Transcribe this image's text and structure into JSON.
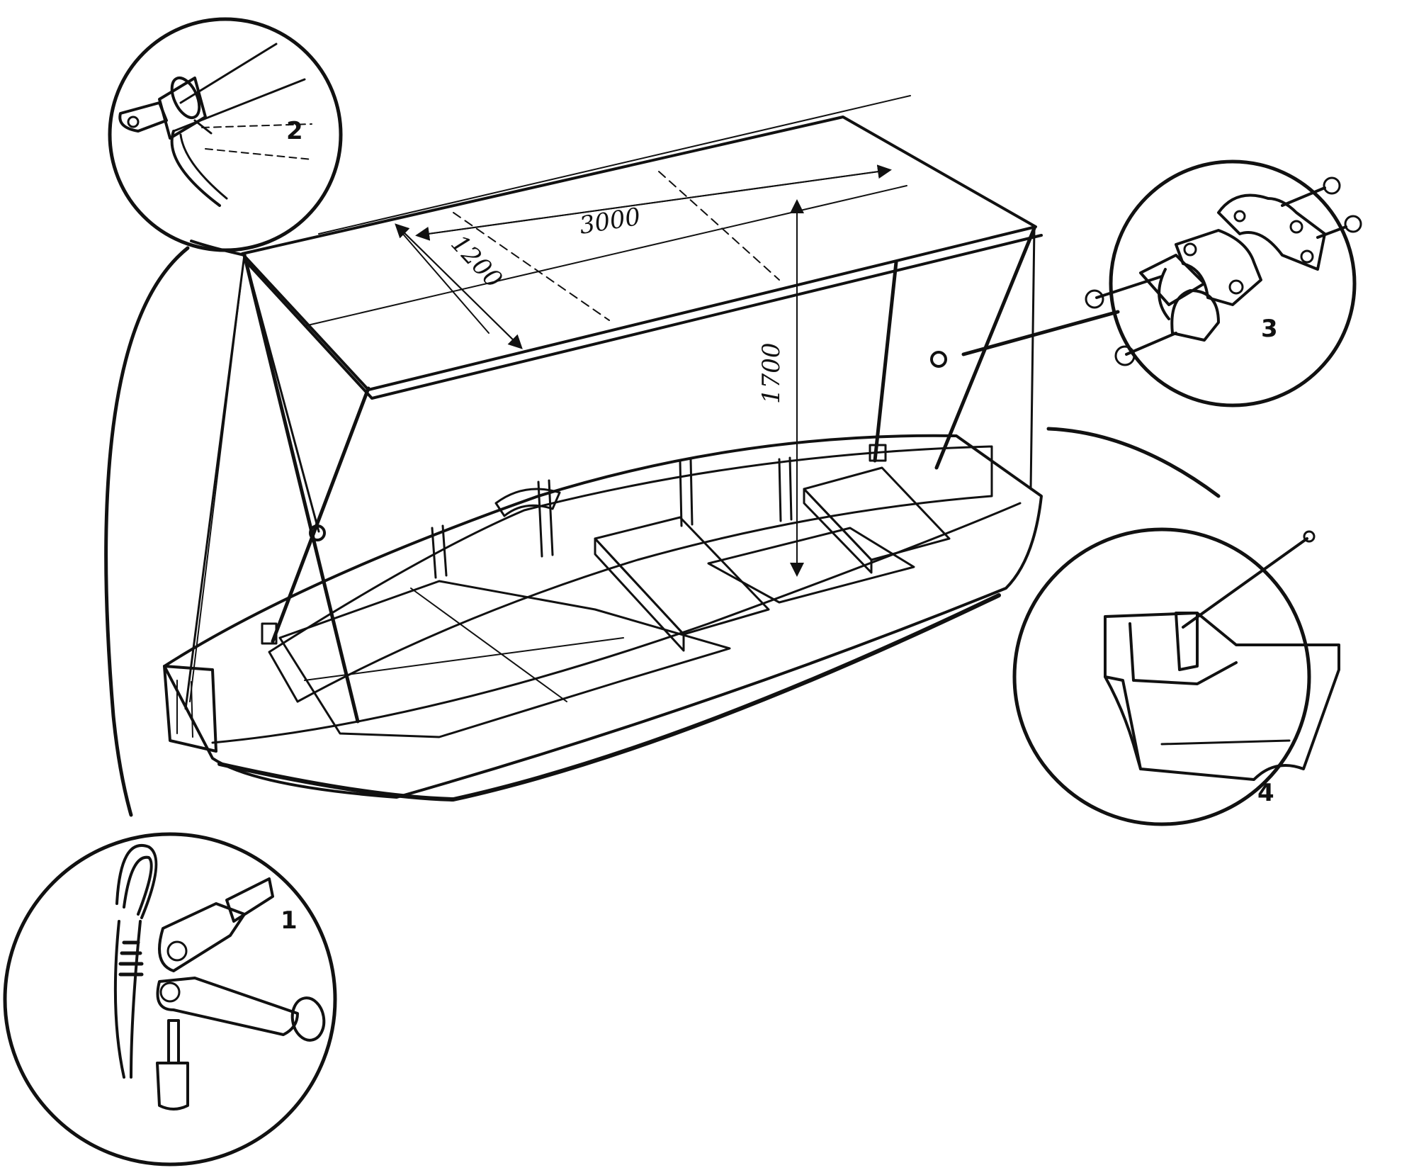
{
  "dimensions": {
    "length": "3000",
    "width": "1200",
    "height": "1700"
  },
  "details": [
    {
      "number": "1"
    },
    {
      "number": "2"
    },
    {
      "number": "3"
    },
    {
      "number": "4"
    }
  ],
  "colors": {
    "ink": "#111111",
    "paper": "#ffffff",
    "awning_fill": "#c8c8c8"
  }
}
